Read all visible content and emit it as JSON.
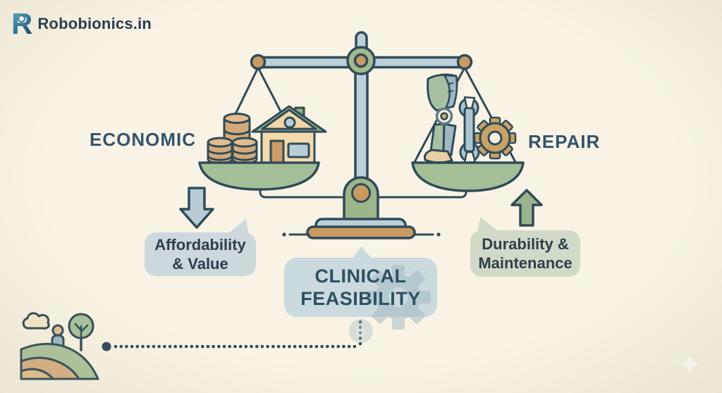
{
  "brand": {
    "name": "Robobionics.in",
    "logo_letter": "R"
  },
  "diagram": {
    "left_label": "ECONOMIC",
    "right_label": "REPAIR",
    "callouts": {
      "affordability": {
        "line1": "Affordability",
        "line2": "& Value"
      },
      "durability": {
        "line1": "Durability &",
        "line2": "Maintenance"
      },
      "clinical": {
        "line1": "CLINICAL",
        "line2": "FEASIBILITY"
      }
    },
    "icons": {
      "logo": "robobionics-r-logo",
      "center": "balance-scale",
      "left_pan": [
        "coins",
        "house"
      ],
      "right_pan": [
        "prosthetic-leg",
        "wrench",
        "gear"
      ],
      "left_arrow": "down-arrow",
      "right_arrow": "up-arrow",
      "bottom_left": [
        "cloud",
        "person",
        "tree",
        "field"
      ],
      "connector": "dotted-line",
      "bottom_right": "sparkle"
    },
    "colors": {
      "background": "#f8f3e4",
      "outline": "#2f4b58",
      "beam_blue": "#bccfd8",
      "pan_green": "#a4bf97",
      "knob_tan": "#c89a62",
      "hub_green": "#a3b88c",
      "coin_tan": "#d5aa79",
      "label_text": "#33536d",
      "bubble_blue": "#ccd8dc",
      "bubble_green": "#d1dac8",
      "bubble_center_blue": "#cadade",
      "arrow_blue": "#b7ccd5",
      "arrow_green": "#9cb48c"
    }
  }
}
